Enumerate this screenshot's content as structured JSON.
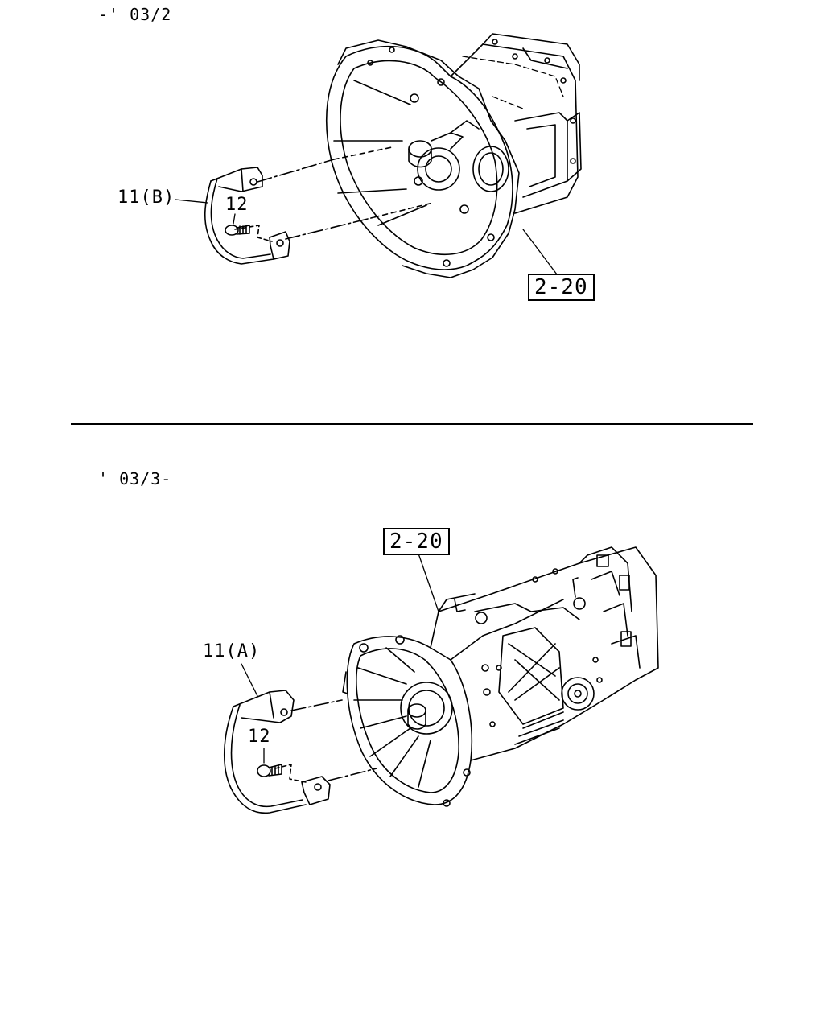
{
  "top_view": {
    "period_label": "-' 03/2",
    "callouts": {
      "bracket": "11(B)",
      "bolt": "12"
    },
    "reference_box": "2-20"
  },
  "bottom_view": {
    "period_label": "' 03/3-",
    "callouts": {
      "bracket": "11(A)",
      "bolt": "12"
    },
    "reference_box": "2-20"
  },
  "colors": {
    "ink": "#000000",
    "paper": "#ffffff"
  }
}
